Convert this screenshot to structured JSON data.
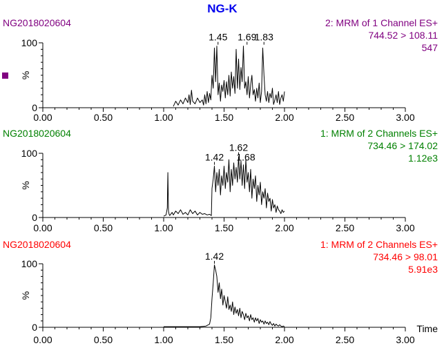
{
  "title": "NG-K",
  "title_color": "#0000ee",
  "x_axis_label": "Time",
  "x_ticks": [
    "0.00",
    "0.50",
    "1.00",
    "1.50",
    "2.00",
    "2.50",
    "3.00"
  ],
  "y_ticks": [
    "0",
    "100"
  ],
  "y_unit": "%",
  "trace_color": "#000000",
  "chart_data": [
    {
      "type": "line",
      "sample": "NG2018020604",
      "header": [
        "2: MRM of 1 Channel ES+",
        "744.52 > 108.11",
        "547"
      ],
      "color": "#800080",
      "legend_marker": "square",
      "xlim": [
        0,
        3
      ],
      "ylim": [
        0,
        100
      ],
      "peak_labels": [
        {
          "label": "1.45",
          "x": 1.45,
          "y": 95
        },
        {
          "label": "1.69",
          "x": 1.69,
          "y": 95
        },
        {
          "label": "1.83",
          "x": 1.83,
          "y": 95
        }
      ],
      "series": [
        {
          "x": [
            1.08,
            1.1,
            1.12,
            1.14,
            1.16,
            1.18,
            1.2,
            1.21,
            1.22,
            1.23,
            1.24,
            1.26,
            1.28,
            1.3,
            1.32,
            1.33,
            1.34,
            1.35,
            1.36,
            1.37,
            1.38,
            1.39,
            1.4,
            1.41,
            1.42,
            1.43,
            1.44,
            1.45,
            1.46,
            1.47,
            1.48,
            1.49,
            1.5,
            1.51,
            1.52,
            1.53,
            1.54,
            1.55,
            1.56,
            1.57,
            1.58,
            1.59,
            1.6,
            1.61,
            1.62,
            1.63,
            1.64,
            1.65,
            1.66,
            1.67,
            1.68,
            1.69,
            1.7,
            1.71,
            1.72,
            1.73,
            1.74,
            1.75,
            1.76,
            1.77,
            1.78,
            1.79,
            1.8,
            1.81,
            1.82,
            1.83,
            1.84,
            1.85,
            1.86,
            1.87,
            1.88,
            1.89,
            1.9,
            1.91,
            1.92,
            1.93,
            1.94,
            1.95,
            1.96,
            1.97,
            1.98,
            1.99,
            2.0
          ],
          "y": [
            2,
            10,
            4,
            12,
            6,
            15,
            8,
            20,
            5,
            27,
            10,
            6,
            15,
            8,
            12,
            4,
            20,
            6,
            25,
            8,
            22,
            12,
            50,
            30,
            92,
            40,
            95,
            20,
            38,
            10,
            35,
            25,
            42,
            15,
            40,
            20,
            50,
            18,
            55,
            30,
            48,
            22,
            90,
            30,
            75,
            28,
            62,
            40,
            95,
            30,
            40,
            20,
            48,
            15,
            35,
            50,
            20,
            28,
            10,
            30,
            15,
            38,
            8,
            25,
            92,
            50,
            20,
            10,
            25,
            8,
            22,
            15,
            30,
            5,
            12,
            20,
            8,
            25,
            5,
            15,
            20,
            10,
            25
          ]
        }
      ]
    },
    {
      "type": "line",
      "sample": "NG2018020604",
      "header": [
        "1: MRM of 2 Channels ES+",
        "734.46 > 174.02",
        "1.12e3"
      ],
      "color": "#008000",
      "xlim": [
        0,
        3
      ],
      "ylim": [
        0,
        100
      ],
      "peak_labels": [
        {
          "label": "1.42",
          "x": 1.42,
          "y": 80
        },
        {
          "label": "1.62",
          "x": 1.62,
          "y": 95
        },
        {
          "label": "1.68",
          "x": 1.68,
          "y": 80
        }
      ],
      "series": [
        {
          "x": [
            1.0,
            1.02,
            1.03,
            1.035,
            1.04,
            1.045,
            1.05,
            1.07,
            1.08,
            1.1,
            1.12,
            1.14,
            1.16,
            1.18,
            1.2,
            1.22,
            1.24,
            1.26,
            1.28,
            1.3,
            1.32,
            1.34,
            1.36,
            1.38,
            1.395,
            1.4,
            1.41,
            1.42,
            1.43,
            1.44,
            1.45,
            1.46,
            1.47,
            1.48,
            1.49,
            1.5,
            1.51,
            1.52,
            1.53,
            1.54,
            1.55,
            1.56,
            1.57,
            1.58,
            1.59,
            1.6,
            1.61,
            1.62,
            1.63,
            1.64,
            1.65,
            1.66,
            1.67,
            1.68,
            1.69,
            1.7,
            1.71,
            1.72,
            1.73,
            1.74,
            1.75,
            1.76,
            1.77,
            1.78,
            1.79,
            1.8,
            1.81,
            1.82,
            1.83,
            1.84,
            1.85,
            1.86,
            1.87,
            1.88,
            1.89,
            1.9,
            1.91,
            1.92,
            1.93,
            1.94,
            1.95,
            1.96,
            1.97,
            1.98,
            1.99,
            2.0
          ],
          "y": [
            2,
            4,
            15,
            70,
            10,
            5,
            3,
            8,
            4,
            10,
            6,
            12,
            5,
            8,
            4,
            12,
            6,
            10,
            4,
            8,
            5,
            6,
            4,
            5,
            3,
            45,
            60,
            80,
            40,
            70,
            50,
            75,
            35,
            65,
            50,
            80,
            45,
            70,
            55,
            90,
            40,
            75,
            50,
            85,
            60,
            78,
            55,
            95,
            60,
            88,
            50,
            82,
            45,
            90,
            55,
            70,
            40,
            75,
            30,
            60,
            45,
            65,
            25,
            50,
            35,
            55,
            20,
            40,
            30,
            45,
            15,
            38,
            25,
            30,
            10,
            28,
            15,
            20,
            8,
            18,
            12,
            10,
            6,
            12,
            8,
            10
          ]
        }
      ]
    },
    {
      "type": "line",
      "sample": "NG2018020604",
      "header": [
        "1: MRM of 2 Channels ES+",
        "734.46 > 98.01",
        "5.91e3"
      ],
      "color": "#ff0000",
      "xlim": [
        0,
        3
      ],
      "ylim": [
        0,
        100
      ],
      "peak_labels": [
        {
          "label": "1.42",
          "x": 1.42,
          "y": 98
        }
      ],
      "series": [
        {
          "x": [
            1.0,
            1.05,
            1.1,
            1.15,
            1.2,
            1.25,
            1.3,
            1.35,
            1.38,
            1.39,
            1.4,
            1.41,
            1.42,
            1.43,
            1.44,
            1.45,
            1.46,
            1.47,
            1.48,
            1.49,
            1.5,
            1.51,
            1.52,
            1.53,
            1.54,
            1.55,
            1.56,
            1.57,
            1.58,
            1.59,
            1.6,
            1.61,
            1.62,
            1.63,
            1.64,
            1.65,
            1.66,
            1.67,
            1.68,
            1.69,
            1.7,
            1.71,
            1.72,
            1.73,
            1.74,
            1.75,
            1.76,
            1.77,
            1.78,
            1.79,
            1.8,
            1.81,
            1.82,
            1.83,
            1.84,
            1.85,
            1.86,
            1.87,
            1.88,
            1.89,
            1.9,
            1.91,
            1.92,
            1.93,
            1.94,
            1.95,
            1.96,
            1.97,
            1.98,
            1.99,
            2.0
          ],
          "y": [
            1,
            1,
            1,
            1,
            1,
            1,
            1,
            2,
            5,
            15,
            45,
            70,
            98,
            90,
            80,
            55,
            70,
            45,
            60,
            35,
            50,
            40,
            30,
            48,
            28,
            35,
            25,
            40,
            20,
            32,
            22,
            28,
            18,
            30,
            15,
            25,
            20,
            12,
            22,
            15,
            18,
            10,
            20,
            12,
            15,
            8,
            15,
            10,
            14,
            6,
            12,
            8,
            10,
            5,
            10,
            6,
            8,
            4,
            9,
            5,
            3,
            6,
            2,
            5,
            3,
            2,
            4,
            2,
            1,
            2,
            1
          ]
        }
      ]
    }
  ]
}
